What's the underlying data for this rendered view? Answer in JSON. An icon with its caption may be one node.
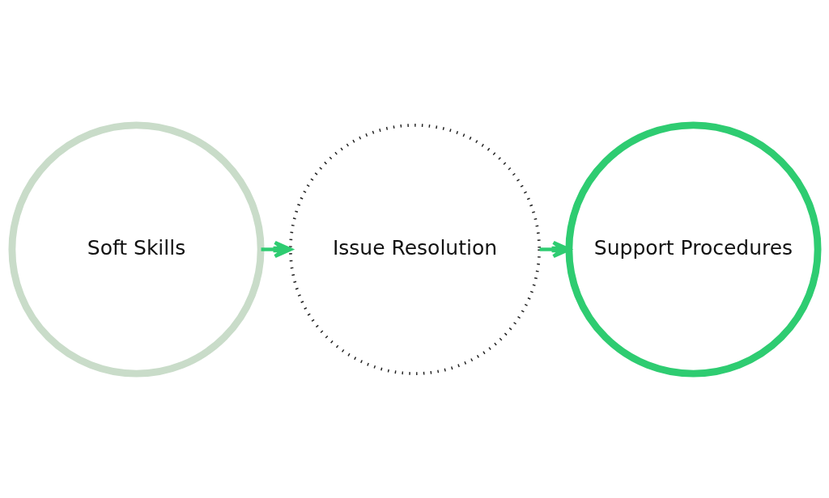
{
  "diagram": {
    "nodes": [
      {
        "text": [
          "Soft Skills"
        ]
      },
      {
        "text": [
          "Issue Resolution"
        ]
      },
      {
        "text": [
          "Support Procedures"
        ]
      }
    ],
    "edges": [
      {
        "from": 0,
        "to": 1,
        "arrow": "to"
      },
      {
        "from": 1,
        "to": 2,
        "arrow": "to"
      }
    ]
  }
}
